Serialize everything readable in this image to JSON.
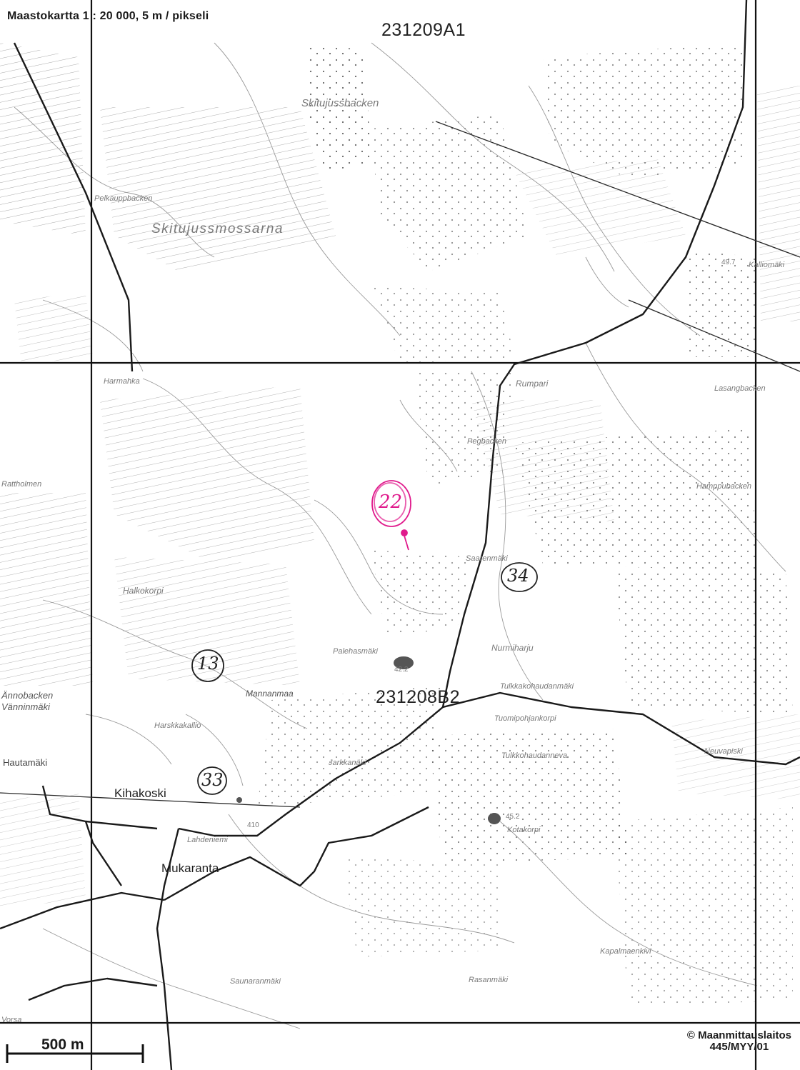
{
  "header": {
    "title": "Maastokartta 1 : 20 000, 5 m / pikseli"
  },
  "sheets": {
    "top": "231209A1",
    "bottom": "231208B2"
  },
  "places": {
    "skitujuss_backen": "Skitujussbacken",
    "skitujussmossarna": "Skitujussmossarna",
    "pelkauppbacken": "Pelkauppbacken",
    "kalliomaki": "Kalliomäki",
    "rumpari": "Rumpari",
    "lasangbacken": "Lasangbacken",
    "pegbacken": "Pegbacken",
    "rattholmen": "Rattholmen",
    "hamppubacken": "Hamppubacken",
    "harmahka": "Harmahka",
    "halkokorpi": "Halkokorpi",
    "saarenmaki": "Saarenmäki",
    "palehasmaki": "Palehasmäki",
    "nurmiharju": "Nurmiharju",
    "tulkkakohaudanmaki": "Tulkkakohaudanmäki",
    "annobacken": "Ännobacken",
    "vanninmaki": "Vänninmäki",
    "mannanmaa": "Mannanmaa",
    "harskkakallio": "Harskkakallio",
    "tuomipohjankorpi": "Tuomipohjankorpi",
    "hautamaki": "Hautamäki",
    "jarkkanaki": "Jarkkanäki",
    "tulkkohaudanneva": "Tulkkohaudanneva",
    "neuvapiski": "Neuvapiski",
    "lahdeniemi": "Lahdeniemi",
    "kotakorpi": "Kotakorpi",
    "kapalmaenkivi": "Kapalmaenkivi",
    "saunaranmaki": "Saunaranmäki",
    "rasanmaki": "Rasanmäki",
    "vorsa": "Vorsa"
  },
  "towns": {
    "kihakoski": "Kihakoski",
    "mukaranta": "Mukaranta"
  },
  "elevations": {
    "e4": "49.7",
    "e1": "42.2",
    "e2": "410",
    "e3": "45.2"
  },
  "annotations": {
    "a22": "22",
    "a34": "34",
    "a13": "13",
    "a33": "33"
  },
  "scale": {
    "label": "500 m"
  },
  "copyright": {
    "line1": "© Maanmittauslaitos",
    "line2": "445/MYY/01"
  },
  "colors": {
    "grid": "#111111",
    "road": "#1a1a1a",
    "marsh": "#8a8a8a",
    "annotation": "#e01a8c",
    "pencil": "#222222"
  }
}
